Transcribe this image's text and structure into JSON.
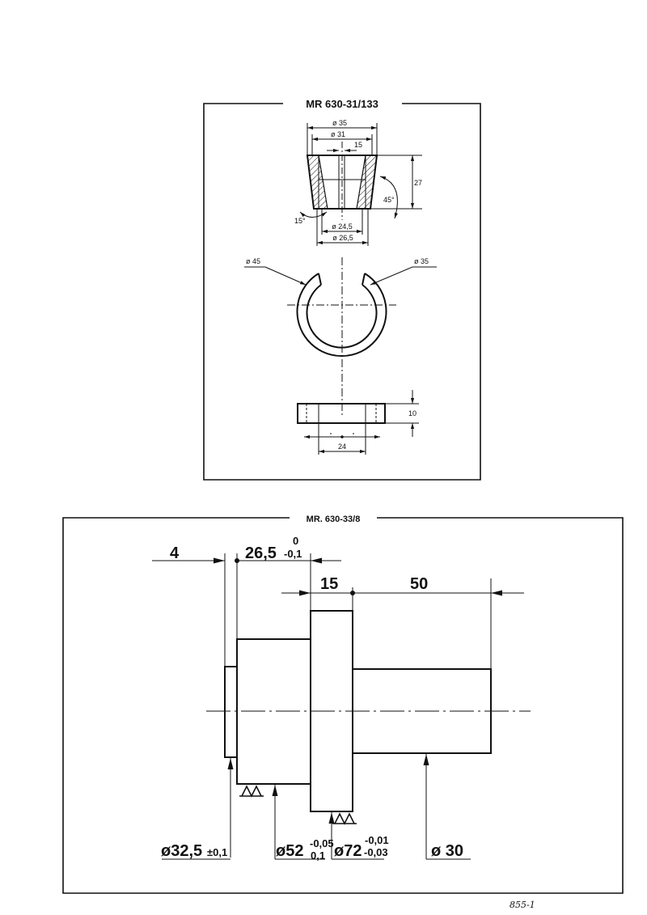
{
  "top_drawing": {
    "title": "MR  630-31/133",
    "dims": {
      "d35_top": "ø 35",
      "d31": "ø 31",
      "w15": "15",
      "h27": "27",
      "a45": "45°",
      "a15": "15°",
      "d24_5": "ø 24,5",
      "d26_5": "ø 26,5",
      "d45": "ø 45",
      "d35_right": "ø 35",
      "h10": "10",
      "w24": "24"
    }
  },
  "bottom_drawing": {
    "title": "MR. 630-33/8",
    "dims": {
      "len4": "4",
      "len26_5": "26,5",
      "tol26_5_upper": "0",
      "tol26_5_lower": "-0,1",
      "len15": "15",
      "len50": "50",
      "d32_5": "ø32,5",
      "tol32_5": "±0,1",
      "d52": "ø52",
      "tol52_upper": "-0,05",
      "tol52_lower": "0,1",
      "d72": "ø72",
      "tol72_upper": "-0,01",
      "tol72_lower": "-0,03",
      "d30": "ø 30"
    }
  },
  "footer": {
    "page_code": "855-1"
  }
}
